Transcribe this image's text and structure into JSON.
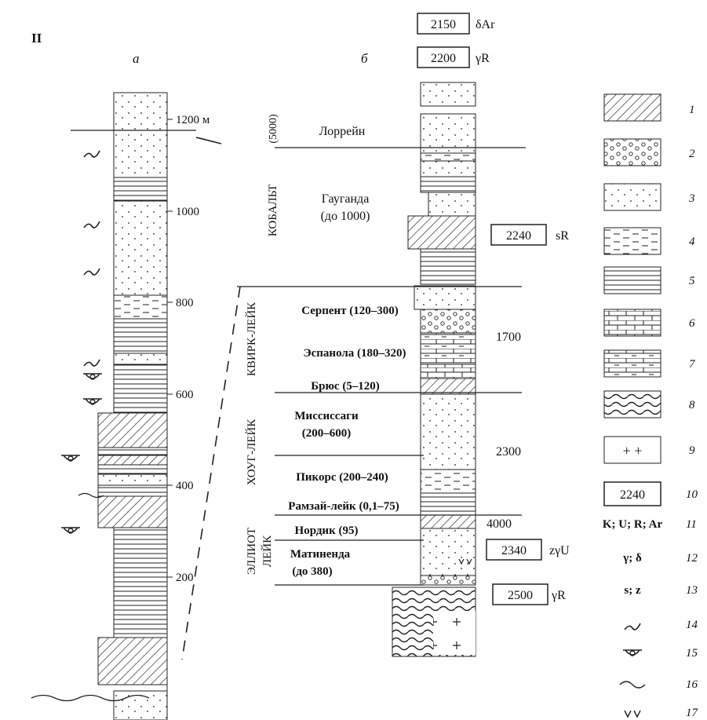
{
  "figure": {
    "panel_label": "II",
    "col_a_label": "а",
    "col_b_label": "б"
  },
  "column_a": {
    "depth_ticks": [
      "1200 м",
      "1000",
      "800",
      "600",
      "400",
      "200"
    ]
  },
  "column_b": {
    "top_boxes": [
      {
        "value": "2150",
        "label": "δAr"
      },
      {
        "value": "2200",
        "label": "γR"
      }
    ],
    "groups": [
      {
        "name": "КОБАЛЬТ",
        "thickness": "(5000)"
      },
      {
        "name": "КВИРК-ЛЕЙК",
        "thickness": ""
      },
      {
        "name": "ХОУГ-ЛЕЙК",
        "thickness": ""
      },
      {
        "name": "ЭЛЛИОТ ЛЕЙК",
        "thickness": ""
      }
    ],
    "formations": [
      {
        "name": "Лоррейн",
        "thickness": ""
      },
      {
        "name": "Гауганда",
        "thickness": "(до 1000)"
      },
      {
        "name": "Серпент (120–300)",
        "thickness": ""
      },
      {
        "name": "Эспанола (180–320)",
        "thickness": ""
      },
      {
        "name": "Брюс (5–120)",
        "thickness": ""
      },
      {
        "name": "Миссиссаги",
        "thickness": "(200–600)"
      },
      {
        "name": "Пикорс (200–240)",
        "thickness": ""
      },
      {
        "name": "Рамзай-лейк (0,1–75)",
        "thickness": ""
      },
      {
        "name": "Нордик (95)",
        "thickness": ""
      },
      {
        "name": "Матиненда",
        "thickness": "(до 380)"
      }
    ],
    "side_ages": [
      "1700",
      "2300",
      "4000"
    ],
    "side_boxes": [
      {
        "value": "2240",
        "label": "sR"
      },
      {
        "value": "2340",
        "label": "zγU"
      },
      {
        "value": "2500",
        "label": "γR"
      }
    ]
  },
  "legend": [
    {
      "num": "1",
      "text": ""
    },
    {
      "num": "2",
      "text": ""
    },
    {
      "num": "3",
      "text": ""
    },
    {
      "num": "4",
      "text": ""
    },
    {
      "num": "5",
      "text": ""
    },
    {
      "num": "6",
      "text": ""
    },
    {
      "num": "7",
      "text": ""
    },
    {
      "num": "8",
      "text": ""
    },
    {
      "num": "9",
      "text": ""
    },
    {
      "num": "10",
      "text": "2240"
    },
    {
      "num": "11",
      "text": "K; U; R; Ar"
    },
    {
      "num": "12",
      "text": "γ; δ"
    },
    {
      "num": "13",
      "text": "s; z"
    },
    {
      "num": "14",
      "text": ""
    },
    {
      "num": "15",
      "text": ""
    },
    {
      "num": "16",
      "text": ""
    },
    {
      "num": "17",
      "text": ""
    }
  ]
}
